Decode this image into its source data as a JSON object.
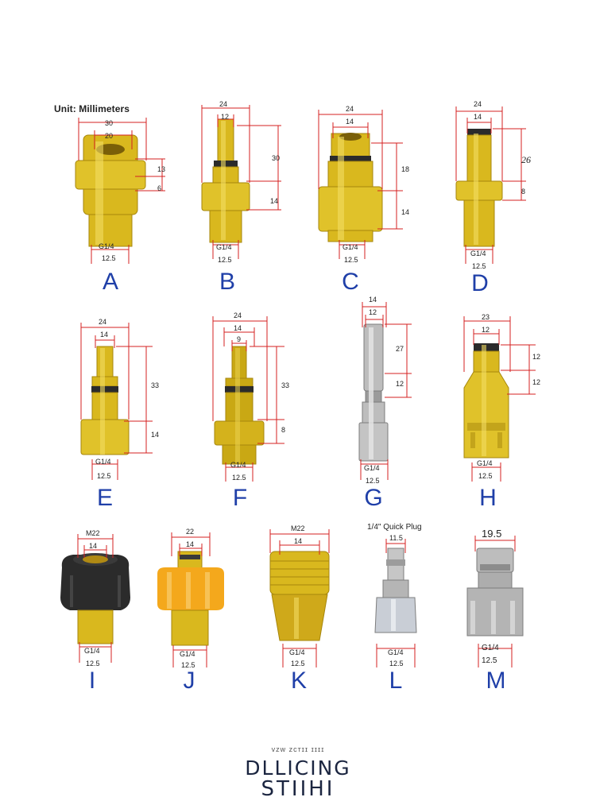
{
  "unit_label": "Unit: Millimeters",
  "colors": {
    "brass": "#d9b81e",
    "brass_dark": "#a6860c",
    "steel": "#b9b9b9",
    "steel_dark": "#7d7d7d",
    "dimension_line": "#d42020",
    "letter": "#1f3fa8",
    "orange": "#f4a81c",
    "black_nut": "#2b2b2b"
  },
  "adapters": [
    {
      "letter": "A",
      "dims": [
        "30",
        "20",
        "13",
        "6",
        "G1/4",
        "12.5"
      ]
    },
    {
      "letter": "B",
      "dims": [
        "24",
        "12",
        "30",
        "14",
        "G1/4",
        "12.5"
      ]
    },
    {
      "letter": "C",
      "dims": [
        "24",
        "14",
        "18",
        "14",
        "G1/4",
        "12.5"
      ]
    },
    {
      "letter": "D",
      "dims": [
        "24",
        "14",
        "26",
        "8",
        "G1/4",
        "12.5"
      ]
    },
    {
      "letter": "E",
      "dims": [
        "24",
        "14",
        "33",
        "14",
        "G1/4",
        "12.5"
      ]
    },
    {
      "letter": "F",
      "dims": [
        "24",
        "14",
        "9",
        "33",
        "8",
        "G1/4",
        "12.5"
      ]
    },
    {
      "letter": "G",
      "dims": [
        "14",
        "12",
        "27",
        "12",
        "G1/4",
        "12.5"
      ]
    },
    {
      "letter": "H",
      "dims": [
        "23",
        "12",
        "12",
        "12",
        "G1/4",
        "12.5"
      ]
    },
    {
      "letter": "I",
      "dims": [
        "M22",
        "14",
        "G1/4",
        "12.5"
      ]
    },
    {
      "letter": "J",
      "dims": [
        "22",
        "14",
        "G1/4",
        "12.5"
      ]
    },
    {
      "letter": "K",
      "dims": [
        "M22",
        "14",
        "G1/4",
        "12.5"
      ]
    },
    {
      "letter": "L",
      "title": "1/4\" Quick Plug",
      "dims": [
        "11.5",
        "G1/4",
        "12.5"
      ]
    },
    {
      "letter": "M",
      "dims": [
        "19.5",
        "G1/4",
        "12.5"
      ]
    }
  ],
  "footer": {
    "small": "ᴠᴢᴡ ᴢᴄᴛɪɪ ɪɪɪɪ",
    "line1": "DLLICING",
    "line2": "STIIHI"
  }
}
